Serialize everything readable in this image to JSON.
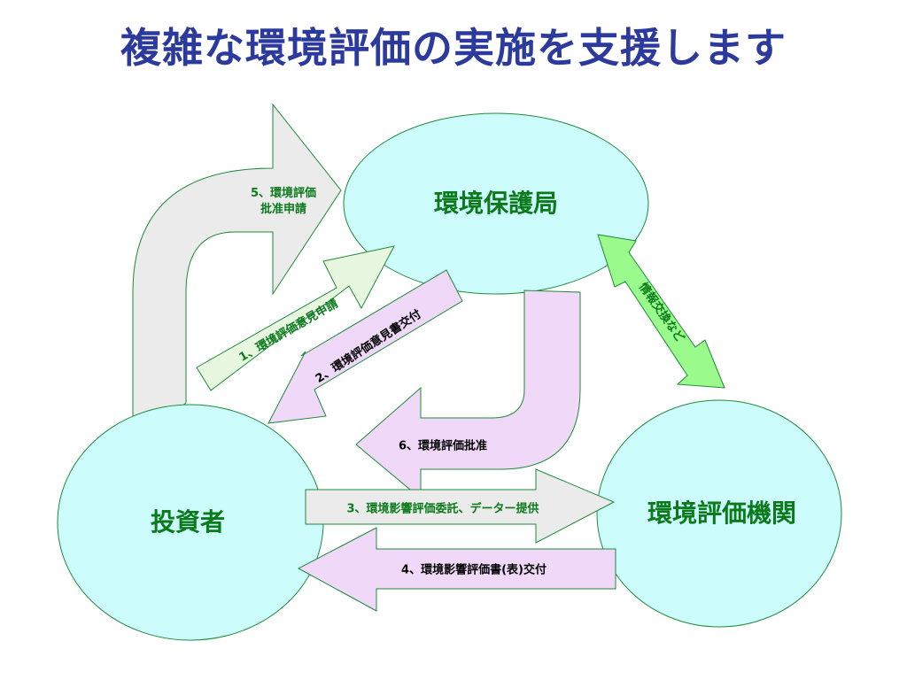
{
  "title": "複雑な環境評価の実施を支援します",
  "nodes": {
    "epa": "環境保護局",
    "investor": "投資者",
    "agency": "環境評価機関"
  },
  "arrows": {
    "a1": "1、環境評価意見申請",
    "a2": "2、環境評価意見書交付",
    "a3": "3、環境影響評価委託、データー提供",
    "a4": "4、環境影響評価書(表)交付",
    "a5_line1": "5、環境評価",
    "a5_line2": "批准申請",
    "a6": "6、環境評価批准",
    "a7": "情報交換など"
  },
  "colors": {
    "circle_fill": "#ccfcfc",
    "circle_stroke": "#1e8a3a",
    "gray_arrow": "#ebebeb",
    "pink_arrow": "#f0d8f8",
    "light_green_arrow": "#e8f7e0",
    "bright_green_arrow": "#9afa8c",
    "arrow_stroke": "#1e8a3a",
    "title": "#2b3a9c",
    "node_text": "#0b7a1b"
  }
}
